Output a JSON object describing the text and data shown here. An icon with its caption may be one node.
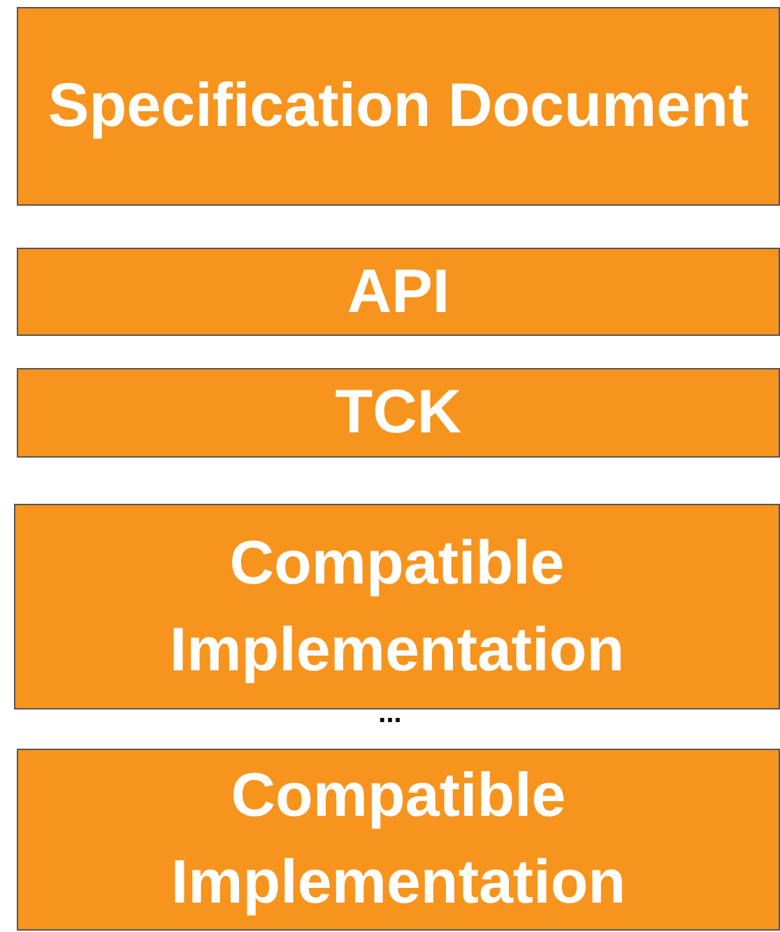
{
  "diagram": {
    "nodes": [
      {
        "text": [
          "Specification Document"
        ]
      },
      {
        "text": [
          "API"
        ]
      },
      {
        "text": [
          "TCK"
        ]
      },
      {
        "text": [
          "Compatible Implementation"
        ]
      },
      {
        "text": [
          "Compatible Implementation"
        ]
      }
    ],
    "labels": [
      "..."
    ]
  }
}
